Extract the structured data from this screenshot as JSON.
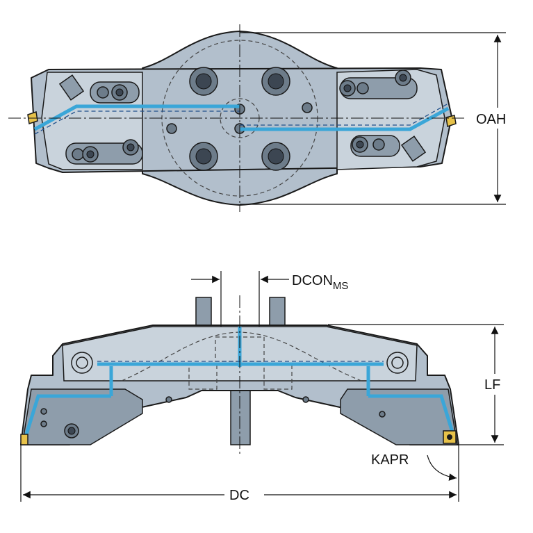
{
  "dimensions": {
    "oah": "OAH",
    "dcon_main": "DCON",
    "dcon_sub": "MS",
    "lf": "LF",
    "kapr": "KAPR",
    "dc": "DC"
  },
  "colors": {
    "body": "#b2bfcc",
    "coolant": "#3aa6d8",
    "insert": "#e7c24a"
  }
}
